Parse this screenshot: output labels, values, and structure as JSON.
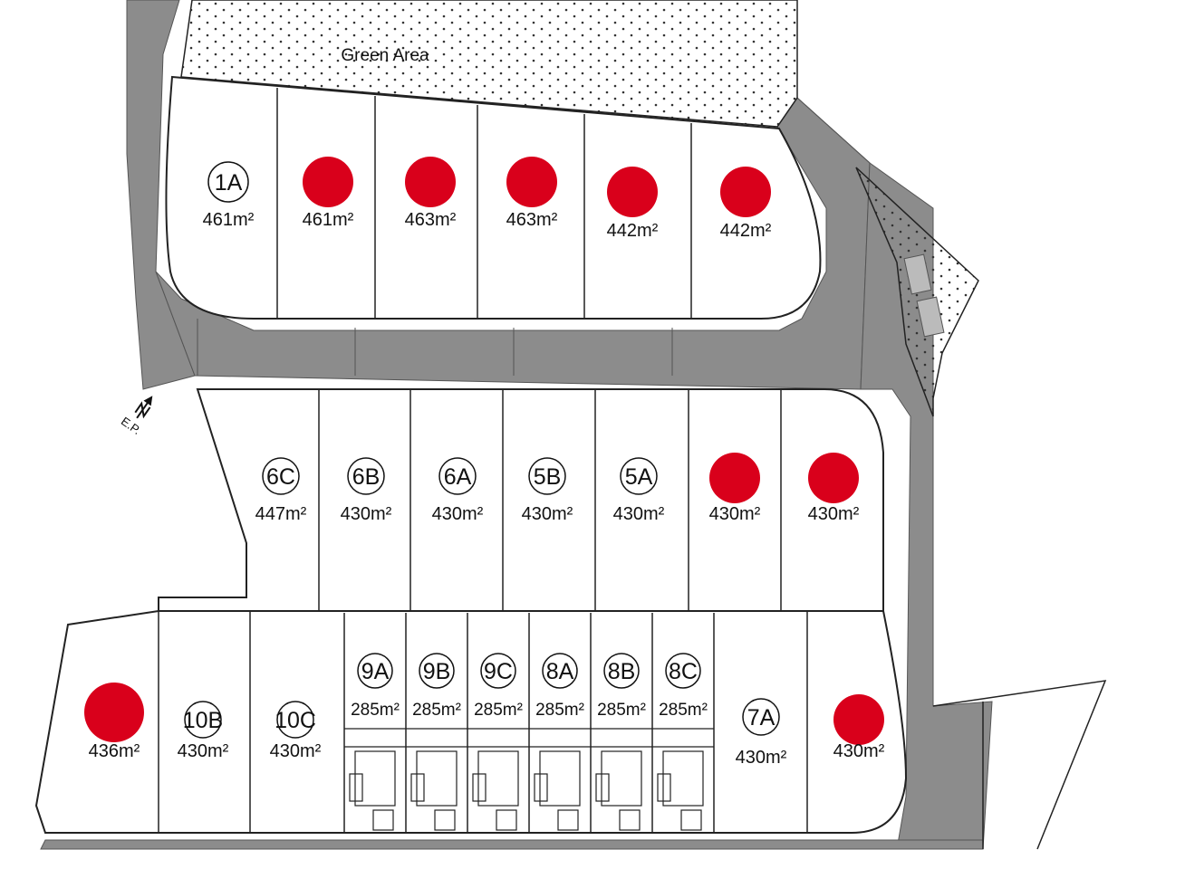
{
  "green_area_label": "Green Area",
  "compass_label": "E.P.",
  "colors": {
    "road": "#8c8c8c",
    "plot_line": "#222222",
    "sold_marker": "#d9001b",
    "green_dots": "#333333"
  },
  "plots": [
    {
      "id": "plot-1a",
      "label": "1A",
      "area": "461m²",
      "sold": false
    },
    {
      "id": "plot-1b",
      "label": "",
      "area": "461m²",
      "sold": true
    },
    {
      "id": "plot-1c",
      "label": "",
      "area": "463m²",
      "sold": true
    },
    {
      "id": "plot-1d",
      "label": "",
      "area": "463m²",
      "sold": true
    },
    {
      "id": "plot-1e",
      "label": "",
      "area": "442m²",
      "sold": true
    },
    {
      "id": "plot-1f",
      "label": "",
      "area": "442m²",
      "sold": true
    },
    {
      "id": "plot-6c",
      "label": "6C",
      "area": "447m²",
      "sold": false
    },
    {
      "id": "plot-6b",
      "label": "6B",
      "area": "430m²",
      "sold": false
    },
    {
      "id": "plot-6a",
      "label": "6A",
      "area": "430m²",
      "sold": false
    },
    {
      "id": "plot-5b",
      "label": "5B",
      "area": "430m²",
      "sold": false
    },
    {
      "id": "plot-5a",
      "label": "5A",
      "area": "430m²",
      "sold": false
    },
    {
      "id": "plot-4b",
      "label": "",
      "area": "430m²",
      "sold": true
    },
    {
      "id": "plot-4a",
      "label": "",
      "area": "430m²",
      "sold": true
    },
    {
      "id": "plot-10a",
      "label": "",
      "area": "436m²",
      "sold": true
    },
    {
      "id": "plot-10b",
      "label": "10B",
      "area": "430m²",
      "sold": false
    },
    {
      "id": "plot-10c",
      "label": "10C",
      "area": "430m²",
      "sold": false
    },
    {
      "id": "plot-9a",
      "label": "9A",
      "area": "285m²",
      "sold": false
    },
    {
      "id": "plot-9b",
      "label": "9B",
      "area": "285m²",
      "sold": false
    },
    {
      "id": "plot-9c",
      "label": "9C",
      "area": "285m²",
      "sold": false
    },
    {
      "id": "plot-8a",
      "label": "8A",
      "area": "285m²",
      "sold": false
    },
    {
      "id": "plot-8b",
      "label": "8B",
      "area": "285m²",
      "sold": false
    },
    {
      "id": "plot-8c",
      "label": "8C",
      "area": "285m²",
      "sold": false
    },
    {
      "id": "plot-7a",
      "label": "7A",
      "area": "430m²",
      "sold": false
    },
    {
      "id": "plot-7b",
      "label": "",
      "area": "430m²",
      "sold": true
    }
  ]
}
